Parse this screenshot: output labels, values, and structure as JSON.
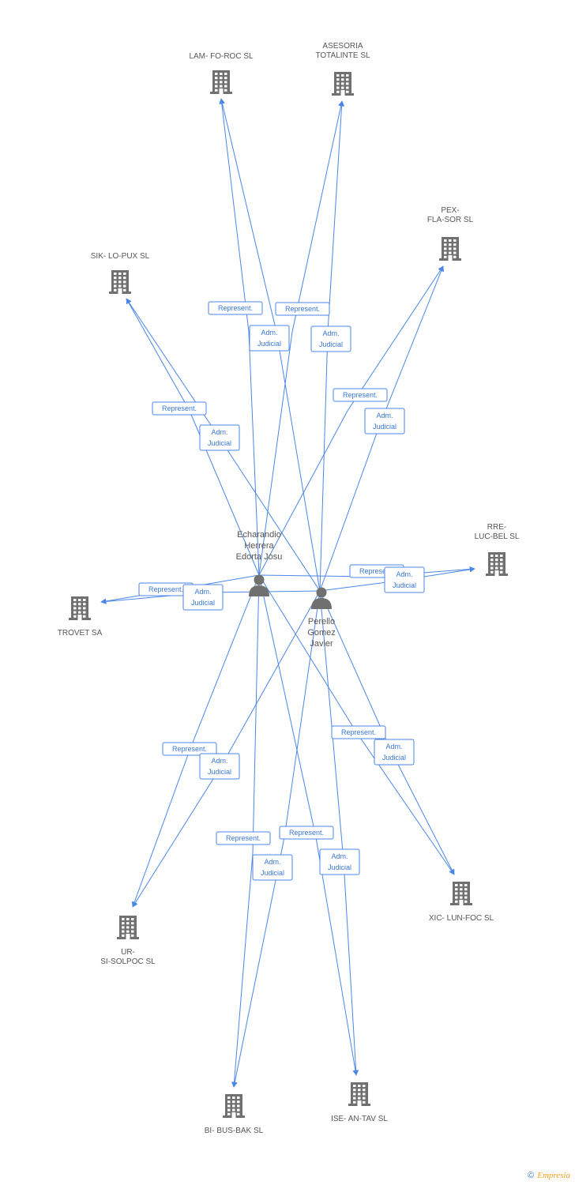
{
  "colors": {
    "edge": "#4a86e8",
    "node": "#707070",
    "text": "#555555",
    "brand": "#f0a020"
  },
  "persons": [
    {
      "id": "p1",
      "lines": [
        "Echarandio",
        "Herrera",
        "Edorta Josu"
      ]
    },
    {
      "id": "p2",
      "lines": [
        "Perello",
        "Gomez",
        "Javier"
      ]
    }
  ],
  "companies": [
    {
      "id": "c1",
      "lines": [
        "LAM- FO-ROC SL"
      ]
    },
    {
      "id": "c2",
      "lines": [
        "ASESORIA",
        "TOTALINTE SL"
      ]
    },
    {
      "id": "c3",
      "lines": [
        "PEX-",
        "FLA-SOR SL"
      ]
    },
    {
      "id": "c4",
      "lines": [
        "SIK- LO-PUX SL"
      ]
    },
    {
      "id": "c5",
      "lines": [
        "RRE-",
        "LUC-BEL SL"
      ]
    },
    {
      "id": "c6",
      "lines": [
        "TROVET SA"
      ]
    },
    {
      "id": "c7",
      "lines": [
        "UR-",
        "SI-SOLPOC SL"
      ]
    },
    {
      "id": "c8",
      "lines": [
        "XIC- LUN-FOC SL"
      ]
    },
    {
      "id": "c9",
      "lines": [
        "BI- BUS-BAK SL"
      ]
    },
    {
      "id": "c10",
      "lines": [
        "ISE- AN-TAV SL"
      ]
    }
  ],
  "edges": [
    {
      "from": "p1",
      "to": "c1",
      "label": [
        "Represent."
      ]
    },
    {
      "from": "p2",
      "to": "c1",
      "label": [
        "Adm.",
        "Judicial"
      ]
    },
    {
      "from": "p1",
      "to": "c2",
      "label": [
        "Represent."
      ]
    },
    {
      "from": "p2",
      "to": "c2",
      "label": [
        "Adm.",
        "Judicial"
      ]
    },
    {
      "from": "p1",
      "to": "c3",
      "label": [
        "Represent."
      ]
    },
    {
      "from": "p2",
      "to": "c3",
      "label": [
        "Adm.",
        "Judicial"
      ]
    },
    {
      "from": "p1",
      "to": "c4",
      "label": [
        "Represent."
      ]
    },
    {
      "from": "p2",
      "to": "c4",
      "label": [
        "Adm.",
        "Judicial"
      ]
    },
    {
      "from": "p1",
      "to": "c5",
      "label": [
        "Represent."
      ]
    },
    {
      "from": "p2",
      "to": "c5",
      "label": [
        "Adm.",
        "Judicial"
      ]
    },
    {
      "from": "p1",
      "to": "c6",
      "label": [
        "Represent."
      ]
    },
    {
      "from": "p2",
      "to": "c6",
      "label": [
        "Adm.",
        "Judicial"
      ]
    },
    {
      "from": "p1",
      "to": "c7",
      "label": [
        "Represent."
      ]
    },
    {
      "from": "p2",
      "to": "c7",
      "label": [
        "Adm.",
        "Judicial"
      ]
    },
    {
      "from": "p1",
      "to": "c8",
      "label": [
        "Represent."
      ]
    },
    {
      "from": "p2",
      "to": "c8",
      "label": [
        "Adm.",
        "Judicial"
      ]
    },
    {
      "from": "p2",
      "to": "c9",
      "label": [
        "Represent."
      ]
    },
    {
      "from": "p1",
      "to": "c9",
      "label": [
        "Adm.",
        "Judicial"
      ]
    },
    {
      "from": "p1",
      "to": "c10",
      "label": [
        "Represent."
      ]
    },
    {
      "from": "p2",
      "to": "c10",
      "label": [
        "Adm.",
        "Judicial"
      ]
    }
  ],
  "footer": {
    "copyright": "©",
    "brand": "Empresia"
  }
}
